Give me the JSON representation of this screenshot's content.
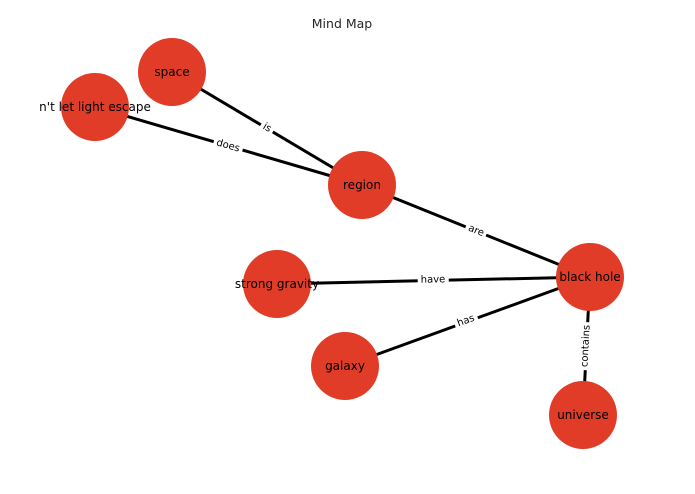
{
  "title": "Mind Map",
  "colors": {
    "node_fill": "#E03C28",
    "edge_stroke": "#000000",
    "label_text": "#000000",
    "background": "#ffffff"
  },
  "nodes": [
    {
      "id": "space",
      "label": "space"
    },
    {
      "id": "nt-let-light-escape",
      "label": "n't let light escape"
    },
    {
      "id": "region",
      "label": "region"
    },
    {
      "id": "strong-gravity",
      "label": "strong gravity"
    },
    {
      "id": "black-hole",
      "label": "black hole"
    },
    {
      "id": "galaxy",
      "label": "galaxy"
    },
    {
      "id": "universe",
      "label": "universe"
    }
  ],
  "edges": [
    {
      "from": "space",
      "to": "region",
      "label": "is"
    },
    {
      "from": "n't let light escape",
      "to": "region",
      "label": "does"
    },
    {
      "from": "region",
      "to": "black hole",
      "label": "are"
    },
    {
      "from": "strong gravity",
      "to": "black hole",
      "label": "have"
    },
    {
      "from": "galaxy",
      "to": "black hole",
      "label": "has"
    },
    {
      "from": "black hole",
      "to": "universe",
      "label": "contains"
    }
  ]
}
